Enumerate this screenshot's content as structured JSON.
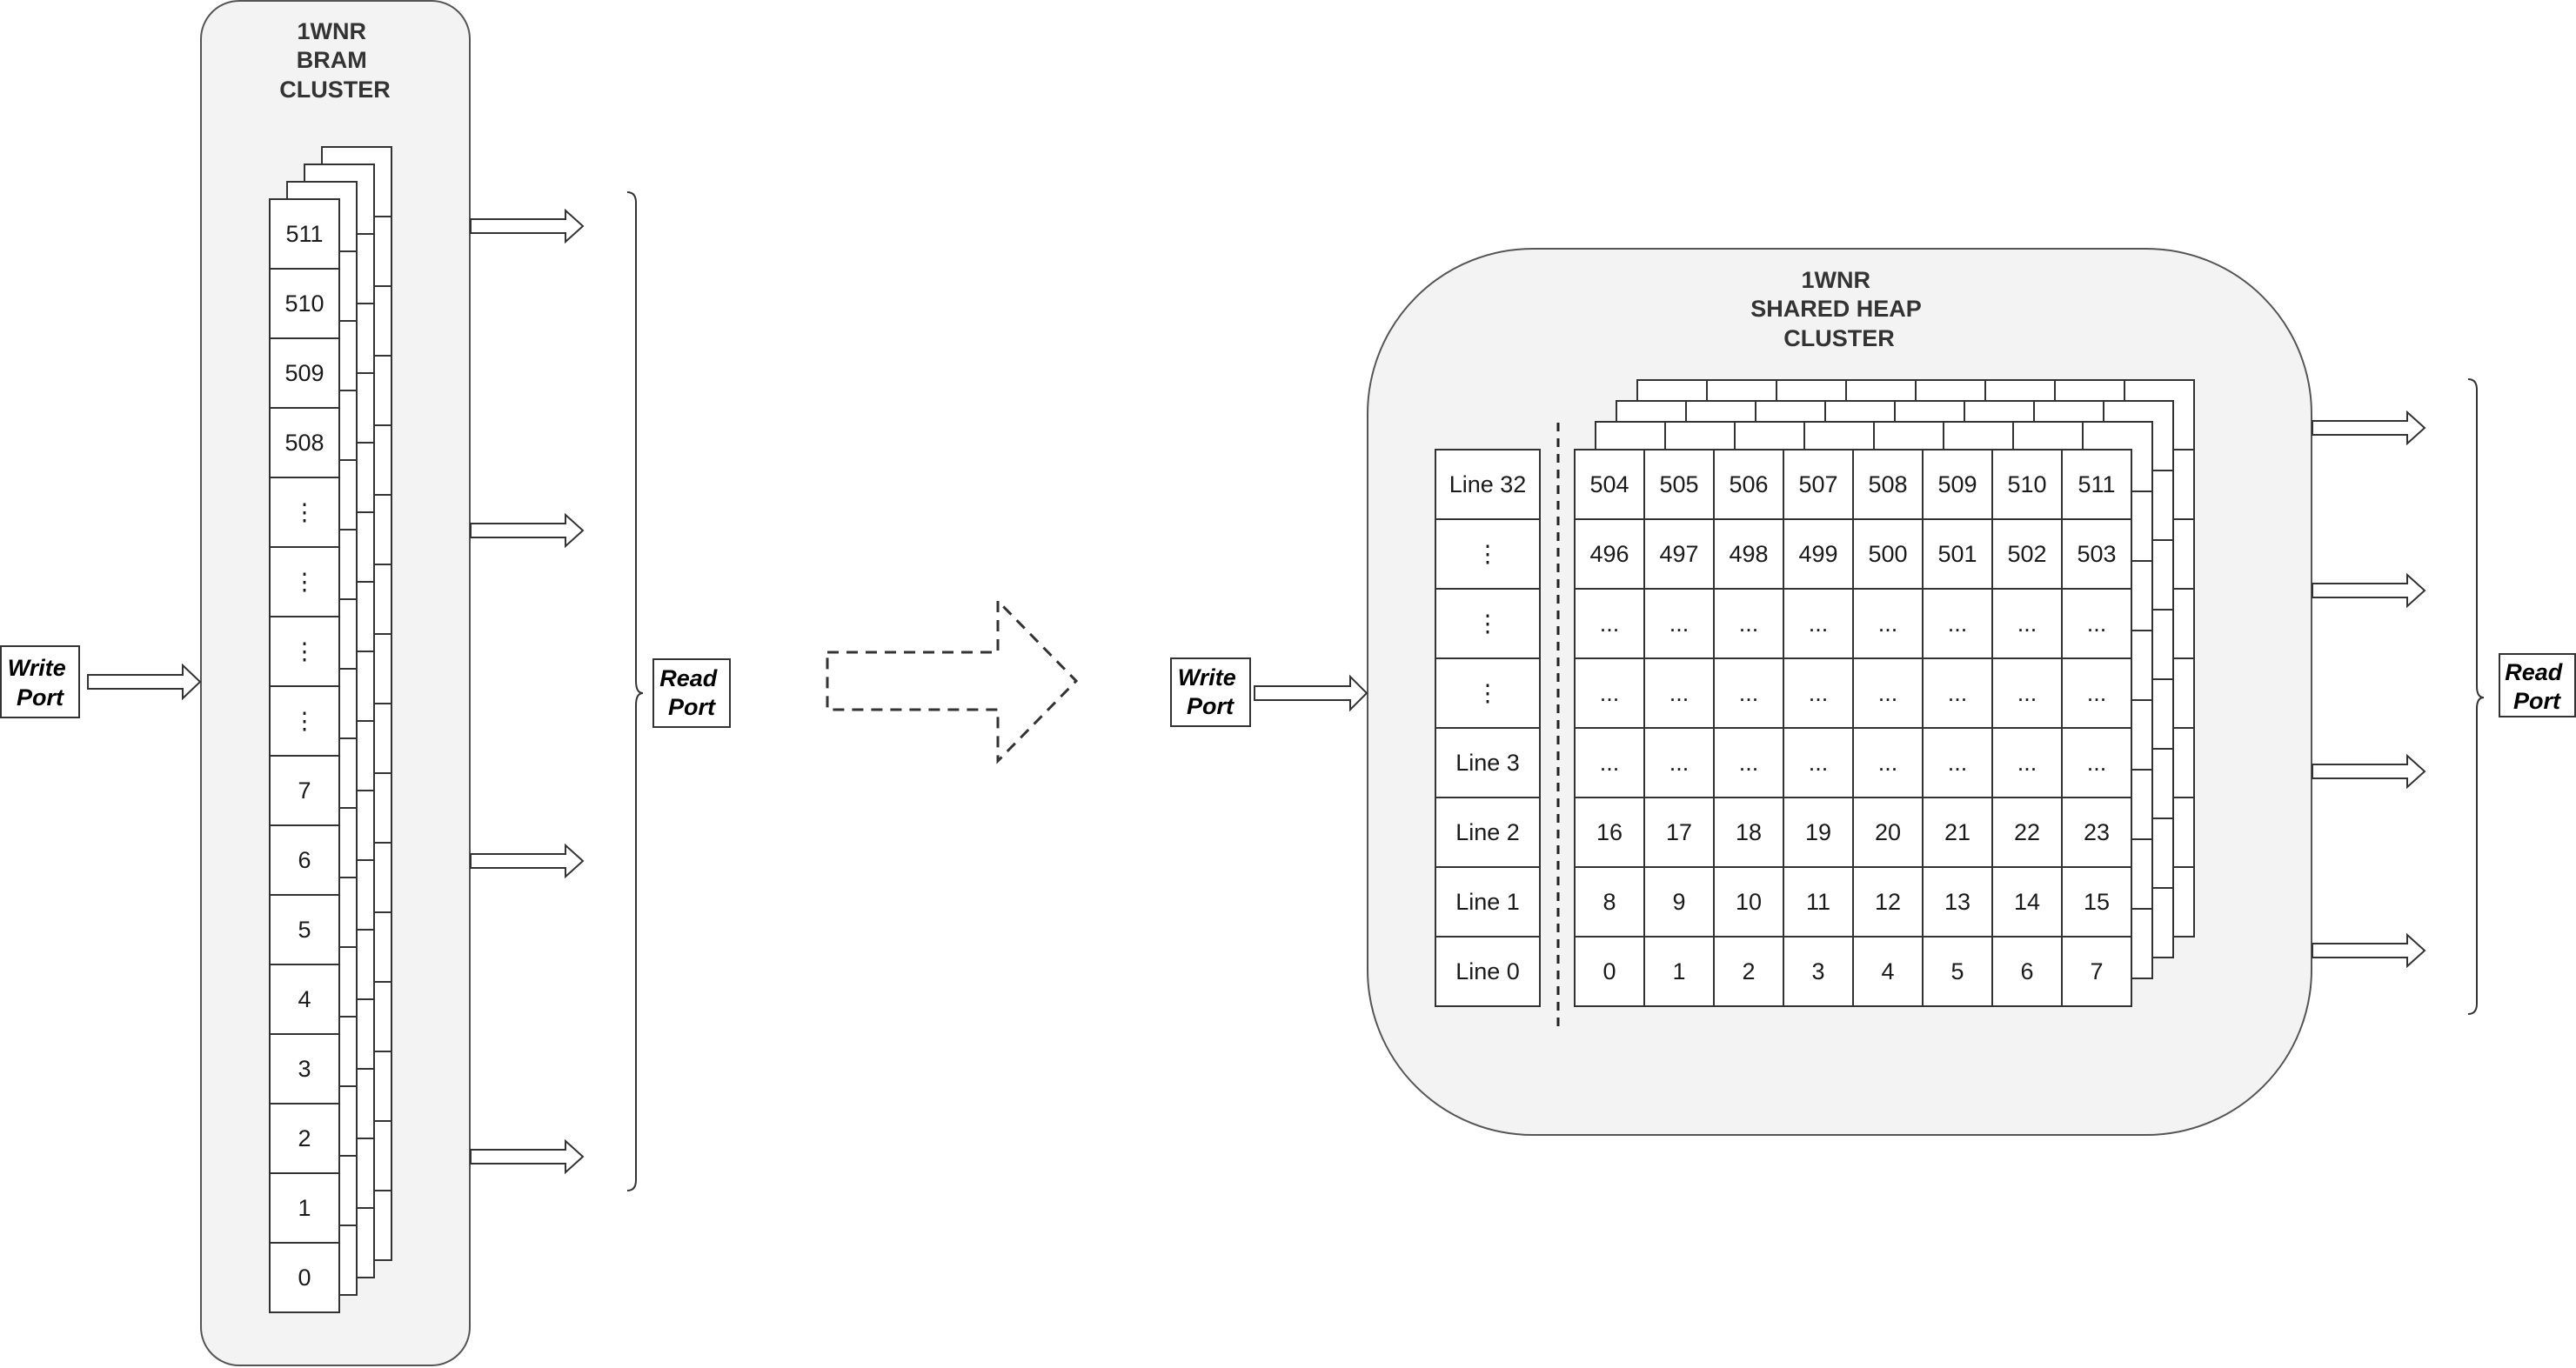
{
  "bram_cluster": {
    "title_lines": [
      "1WNR",
      "BRAM",
      "CLUSTER"
    ],
    "cells": [
      "511",
      "510",
      "509",
      "508",
      "⋮",
      "⋮",
      "⋮",
      "⋮",
      "7",
      "6",
      "5",
      "4",
      "3",
      "2",
      "1",
      "0"
    ],
    "write_port_lines": [
      "Write",
      "Port"
    ],
    "read_port_lines": [
      "Read",
      "Port"
    ]
  },
  "heap_cluster": {
    "title_lines": [
      "1WNR",
      "SHARED HEAP",
      "CLUSTER"
    ],
    "line_labels": [
      "Line 32",
      "⋮",
      "⋮",
      "⋮",
      "Line 3",
      "Line 2",
      "Line 1",
      "Line 0"
    ],
    "grid_rows": [
      [
        "504",
        "505",
        "506",
        "507",
        "508",
        "509",
        "510",
        "511"
      ],
      [
        "496",
        "497",
        "498",
        "499",
        "500",
        "501",
        "502",
        "503"
      ],
      [
        "...",
        "...",
        "...",
        "...",
        "...",
        "...",
        "...",
        "..."
      ],
      [
        "...",
        "...",
        "...",
        "...",
        "...",
        "...",
        "...",
        "..."
      ],
      [
        "...",
        "...",
        "...",
        "...",
        "...",
        "...",
        "...",
        "..."
      ],
      [
        "16",
        "17",
        "18",
        "19",
        "20",
        "21",
        "22",
        "23"
      ],
      [
        "8",
        "9",
        "10",
        "11",
        "12",
        "13",
        "14",
        "15"
      ],
      [
        "0",
        "1",
        "2",
        "3",
        "4",
        "5",
        "6",
        "7"
      ]
    ],
    "write_port_lines": [
      "Write",
      "Port"
    ],
    "read_port_lines": [
      "Read",
      "Port"
    ]
  }
}
